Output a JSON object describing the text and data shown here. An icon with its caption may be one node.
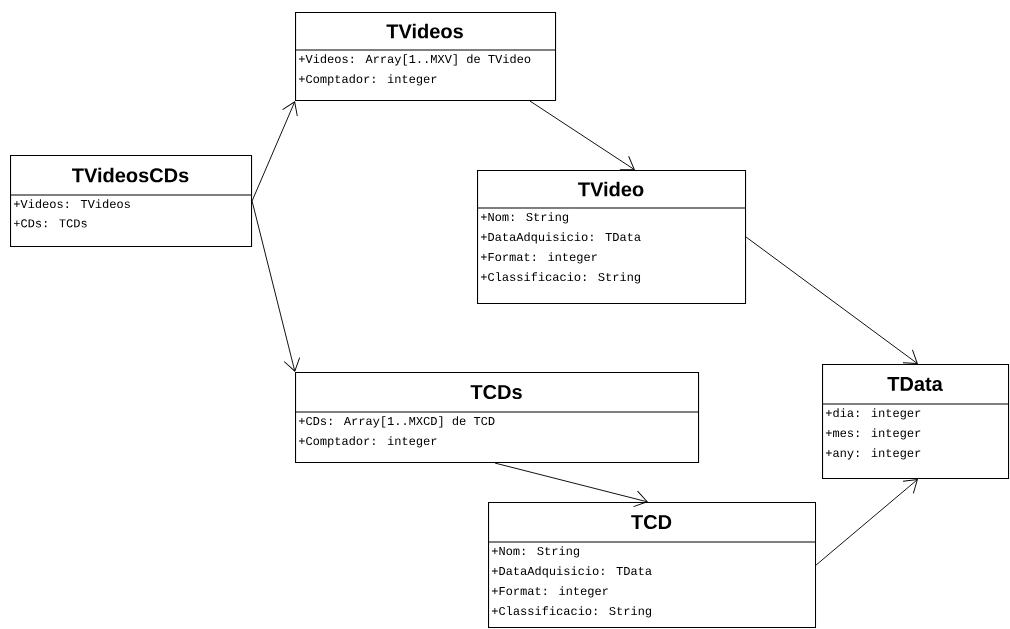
{
  "diagram": {
    "nodes": [
      {
        "text": [
          "TVideosCDs",
          "+Videos: TVideos",
          "+CDs: TCDs"
        ]
      },
      {
        "text": [
          "TVideos",
          "+Videos: Array[1..MXV] de TVideo",
          "+Comptador: integer"
        ]
      },
      {
        "text": [
          "TVideo",
          "+Nom: String",
          "+DataAdquisicio: TData",
          "+Format: integer",
          "+Classificacio: String"
        ]
      },
      {
        "text": [
          "TCDs",
          "+CDs: Array[1..MXCD] de TCD",
          "+Comptador: integer"
        ]
      },
      {
        "text": [
          "TCD",
          "+Nom: String",
          "+DataAdquisicio: TData",
          "+Format: integer",
          "+Classificacio: String"
        ]
      },
      {
        "text": [
          "TData",
          "+dia: integer",
          "+mes: integer",
          "+any: integer"
        ]
      }
    ],
    "edges": [
      {
        "from": 0,
        "to": 1,
        "arrow": "to"
      },
      {
        "from": 0,
        "to": 3,
        "arrow": "to"
      },
      {
        "from": 1,
        "to": 2,
        "arrow": "to"
      },
      {
        "from": 2,
        "to": 5,
        "arrow": "to"
      },
      {
        "from": 3,
        "to": 4,
        "arrow": "to"
      },
      {
        "from": 4,
        "to": 5,
        "arrow": "to"
      }
    ]
  }
}
